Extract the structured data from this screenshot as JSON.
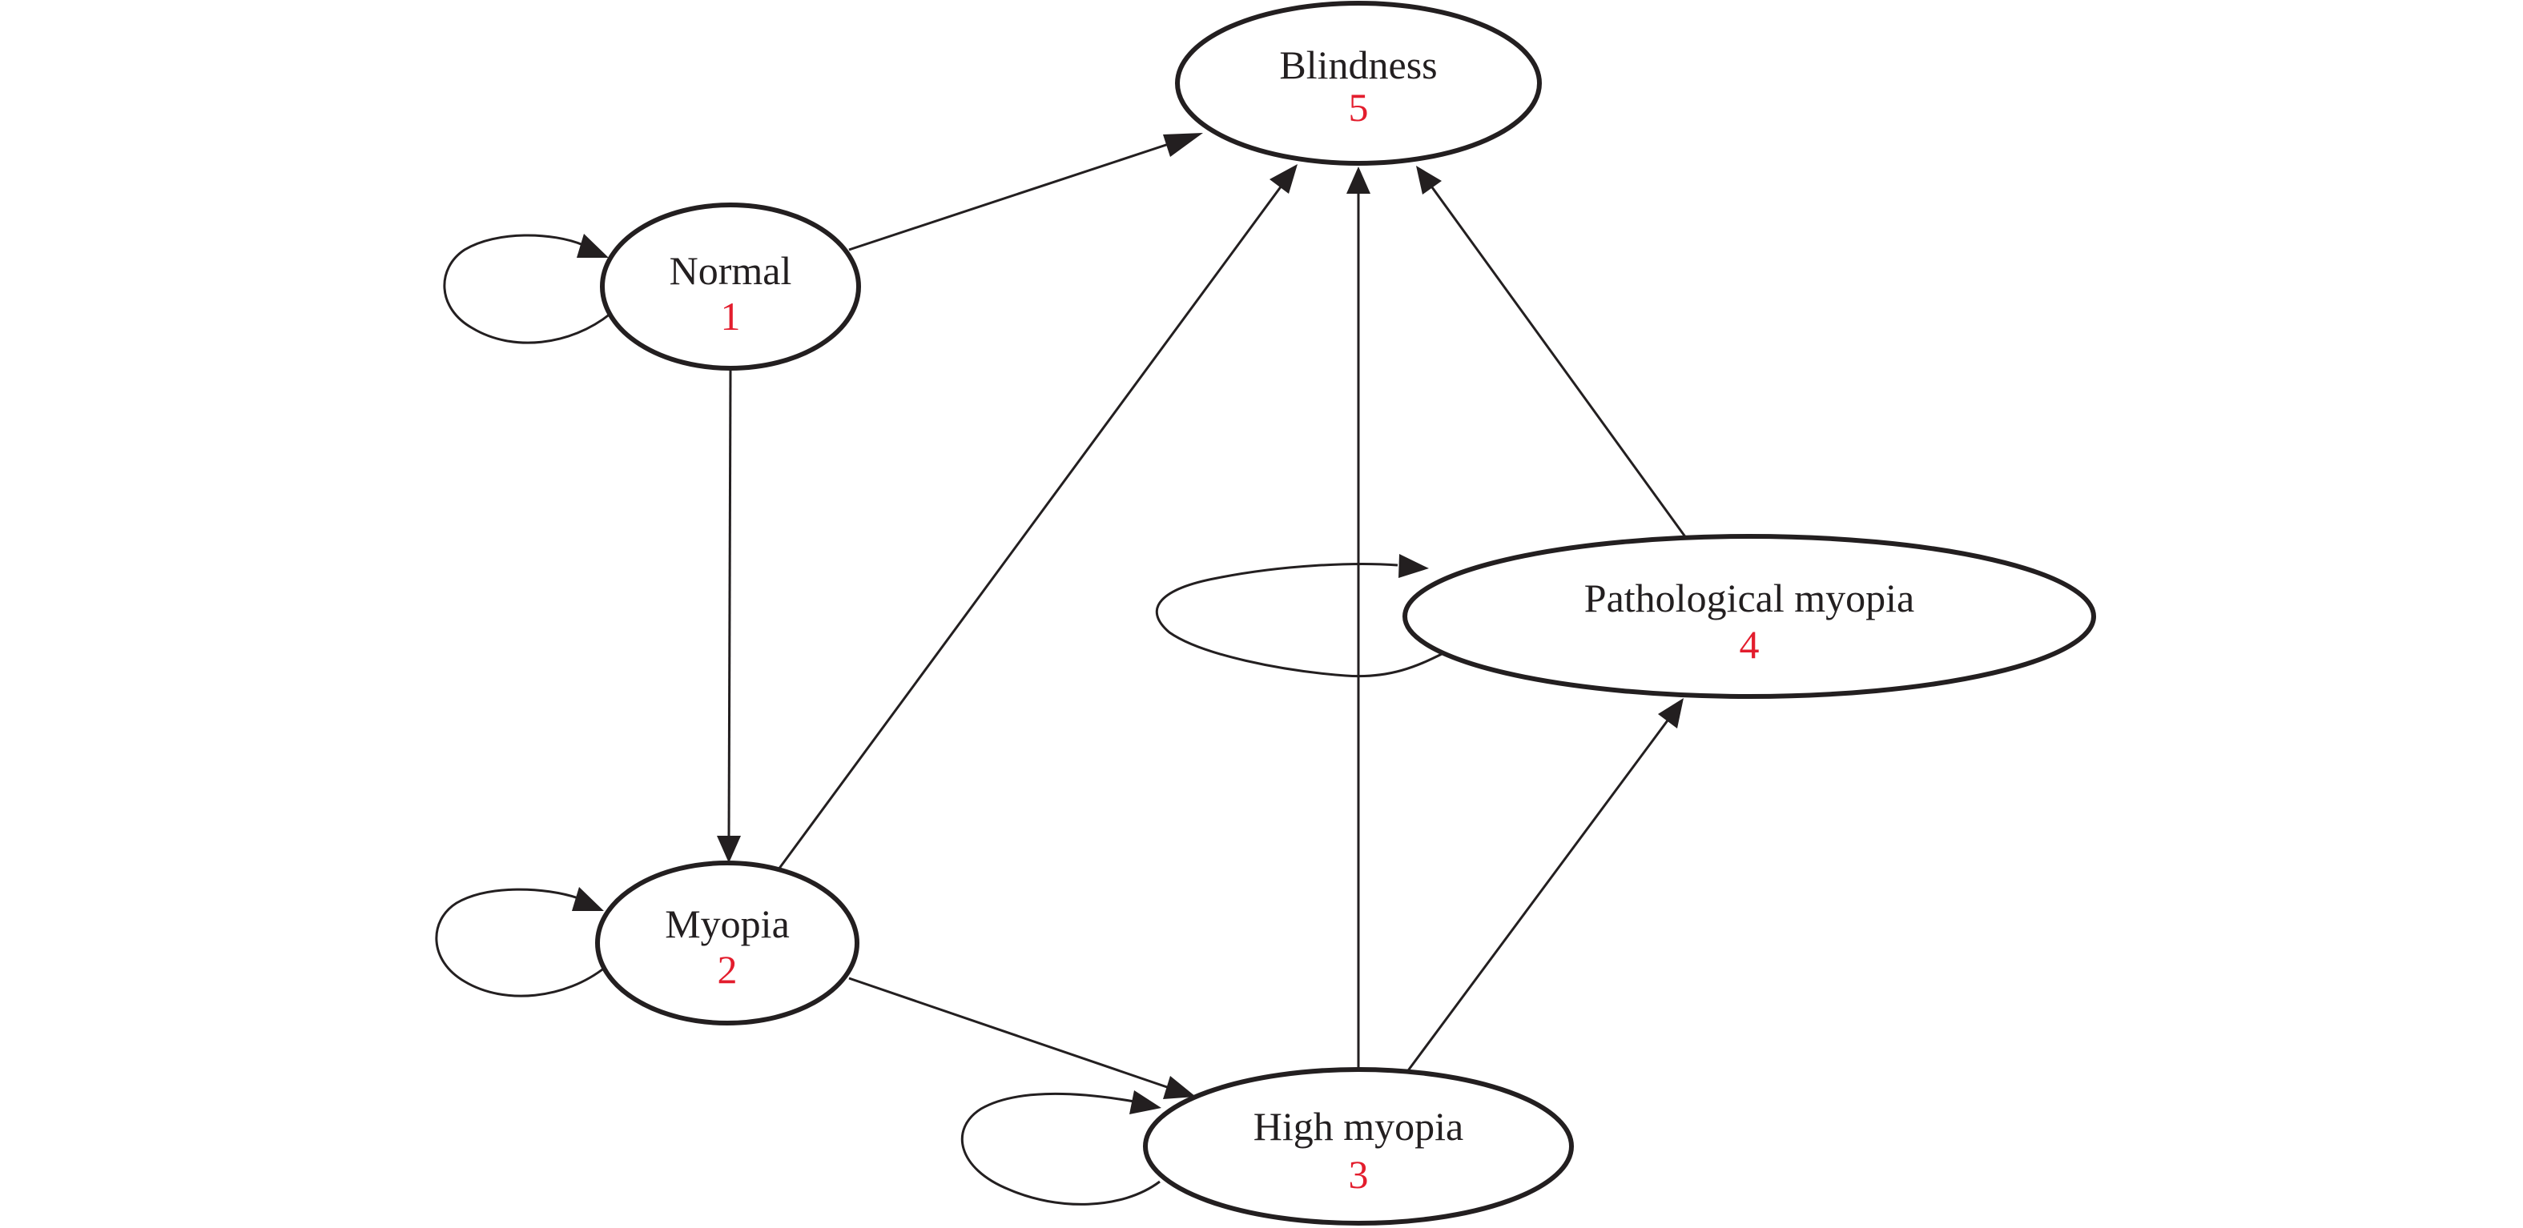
{
  "diagram": {
    "type": "state-transition",
    "colors": {
      "line": "#231f20",
      "text": "#231f20",
      "number": "#e31d2d"
    },
    "nodes": [
      {
        "id": "normal",
        "label": "Normal",
        "number": "1"
      },
      {
        "id": "myopia",
        "label": "Myopia",
        "number": "2"
      },
      {
        "id": "high_myopia",
        "label": "High myopia",
        "number": "3"
      },
      {
        "id": "pathological",
        "label": "Pathological myopia",
        "number": "4"
      },
      {
        "id": "blindness",
        "label": "Blindness",
        "number": "5"
      }
    ],
    "edges": [
      {
        "from": "normal",
        "to": "normal"
      },
      {
        "from": "normal",
        "to": "blindness"
      },
      {
        "from": "normal",
        "to": "myopia"
      },
      {
        "from": "myopia",
        "to": "myopia"
      },
      {
        "from": "myopia",
        "to": "blindness"
      },
      {
        "from": "myopia",
        "to": "high_myopia"
      },
      {
        "from": "high_myopia",
        "to": "high_myopia"
      },
      {
        "from": "high_myopia",
        "to": "blindness"
      },
      {
        "from": "high_myopia",
        "to": "pathological"
      },
      {
        "from": "pathological",
        "to": "pathological"
      },
      {
        "from": "pathological",
        "to": "blindness"
      }
    ]
  }
}
